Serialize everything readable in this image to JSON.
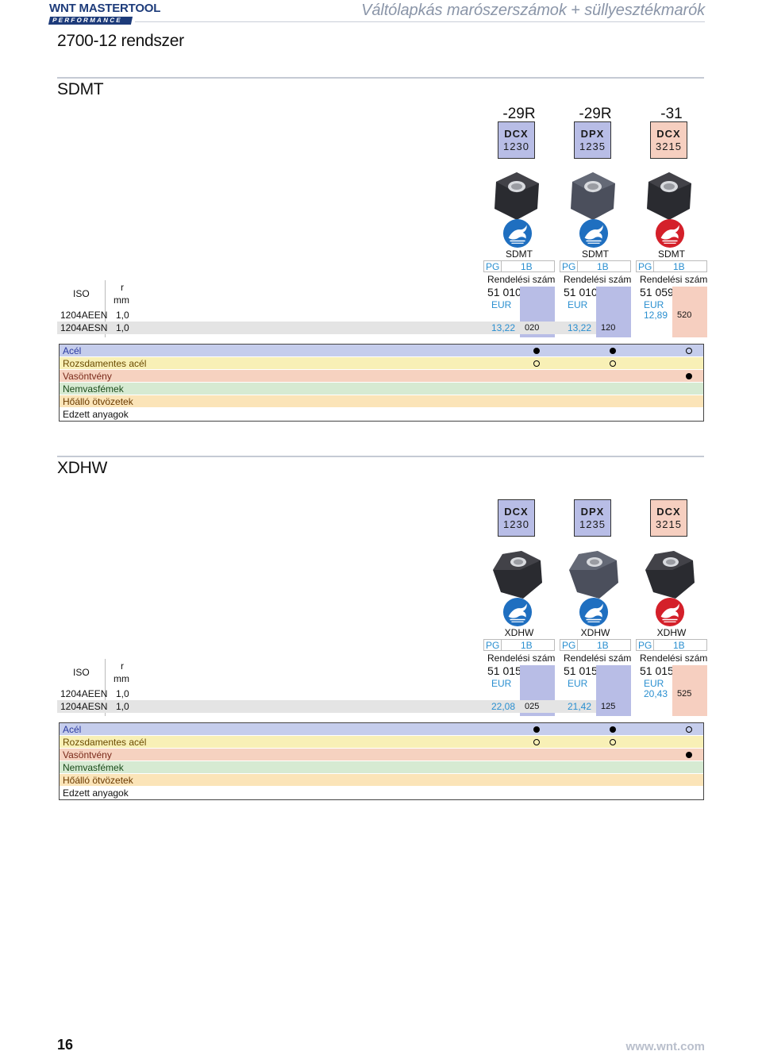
{
  "header": {
    "logo_top": "WNT MASTERTOOL",
    "logo_bar": "PERFORMANCE",
    "title": "Váltólapkás marószerszámok + süllyesztékmarók",
    "page_title": "2700-12 rendszer"
  },
  "sections": [
    {
      "title": "SDMT",
      "grade_caption": [
        "-29R",
        "-29R",
        "-31"
      ],
      "grades": [
        {
          "line1": "DCX",
          "line2": "1230",
          "color": "#b8bde6"
        },
        {
          "line1": "DPX",
          "line2": "1235",
          "color": "#b8bde6"
        },
        {
          "line1": "DCX",
          "line2": "3215",
          "color": "#f6cfc0"
        }
      ],
      "columns": [
        {
          "type": "SDMT",
          "pg": "PG",
          "pg_val": "1B",
          "order_label": "Rendelési szám",
          "order": "51 010 ...",
          "eur": "EUR",
          "badge": "blue-icon"
        },
        {
          "type": "SDMT",
          "pg": "PG",
          "pg_val": "1B",
          "order_label": "Rendelési szám",
          "order": "51 010 ...",
          "eur": "EUR",
          "badge": "blue-icon"
        },
        {
          "type": "SDMT",
          "pg": "PG",
          "pg_val": "1B",
          "order_label": "Rendelési szám",
          "order": "51 059 ...",
          "eur": "EUR",
          "badge": "red-icon"
        }
      ],
      "iso": "ISO",
      "r_label": "r",
      "mm_label": "mm",
      "rows": [
        {
          "iso": "1204AEEN",
          "r": "1,0",
          "prices": [
            "",
            "",
            "12,89"
          ],
          "codes": [
            "",
            "",
            "520"
          ]
        },
        {
          "iso": "1204AESN",
          "r": "1,0",
          "prices": [
            "13,22",
            "13,22",
            ""
          ],
          "codes": [
            "020",
            "120",
            ""
          ]
        }
      ],
      "materials": [
        {
          "name": "Acél",
          "marks": [
            "full",
            "full",
            "open"
          ]
        },
        {
          "name": "Rozsdamentes acél",
          "marks": [
            "open",
            "open",
            ""
          ]
        },
        {
          "name": "Vasöntvény",
          "marks": [
            "",
            "",
            "full"
          ]
        },
        {
          "name": "Nemvasfémek",
          "marks": [
            "",
            "",
            ""
          ]
        },
        {
          "name": "Hőálló ötvözetek",
          "marks": [
            "",
            "",
            ""
          ]
        },
        {
          "name": "Edzett anyagok",
          "marks": [
            "",
            "",
            ""
          ]
        }
      ]
    },
    {
      "title": "XDHW",
      "grade_caption": [
        "",
        "",
        ""
      ],
      "grades": [
        {
          "line1": "DCX",
          "line2": "1230",
          "color": "#b8bde6"
        },
        {
          "line1": "DPX",
          "line2": "1235",
          "color": "#b8bde6"
        },
        {
          "line1": "DCX",
          "line2": "3215",
          "color": "#f6cfc0"
        }
      ],
      "columns": [
        {
          "type": "XDHW",
          "pg": "PG",
          "pg_val": "1B",
          "order_label": "Rendelési szám",
          "order": "51 015 ...",
          "eur": "EUR",
          "badge": "blue-icon"
        },
        {
          "type": "XDHW",
          "pg": "PG",
          "pg_val": "1B",
          "order_label": "Rendelési szám",
          "order": "51 015 ...",
          "eur": "EUR",
          "badge": "blue-icon"
        },
        {
          "type": "XDHW",
          "pg": "PG",
          "pg_val": "1B",
          "order_label": "Rendelési szám",
          "order": "51 015 ...",
          "eur": "EUR",
          "badge": "red-icon"
        }
      ],
      "iso": "ISO",
      "r_label": "r",
      "mm_label": "mm",
      "rows": [
        {
          "iso": "1204AEEN",
          "r": "1,0",
          "prices": [
            "",
            "",
            "20,43"
          ],
          "codes": [
            "",
            "",
            "525"
          ]
        },
        {
          "iso": "1204AESN",
          "r": "1,0",
          "prices": [
            "22,08",
            "21,42",
            ""
          ],
          "codes": [
            "025",
            "125",
            ""
          ]
        }
      ],
      "materials": [
        {
          "name": "Acél",
          "marks": [
            "full",
            "full",
            "open"
          ]
        },
        {
          "name": "Rozsdamentes acél",
          "marks": [
            "open",
            "open",
            ""
          ]
        },
        {
          "name": "Vasöntvény",
          "marks": [
            "",
            "",
            "full"
          ]
        },
        {
          "name": "Nemvasfémek",
          "marks": [
            "",
            "",
            ""
          ]
        },
        {
          "name": "Hőálló ötvözetek",
          "marks": [
            "",
            "",
            ""
          ]
        },
        {
          "name": "Edzett anyagok",
          "marks": [
            "",
            "",
            ""
          ]
        }
      ]
    }
  ],
  "footer": {
    "page_number": "16",
    "url": "www.wnt.com"
  },
  "colors": {
    "brand": "#1d3b7a",
    "pg_blue": "#2a8fd0",
    "grade_blue": "#b8bde6",
    "grade_pink": "#f6cfc0"
  }
}
